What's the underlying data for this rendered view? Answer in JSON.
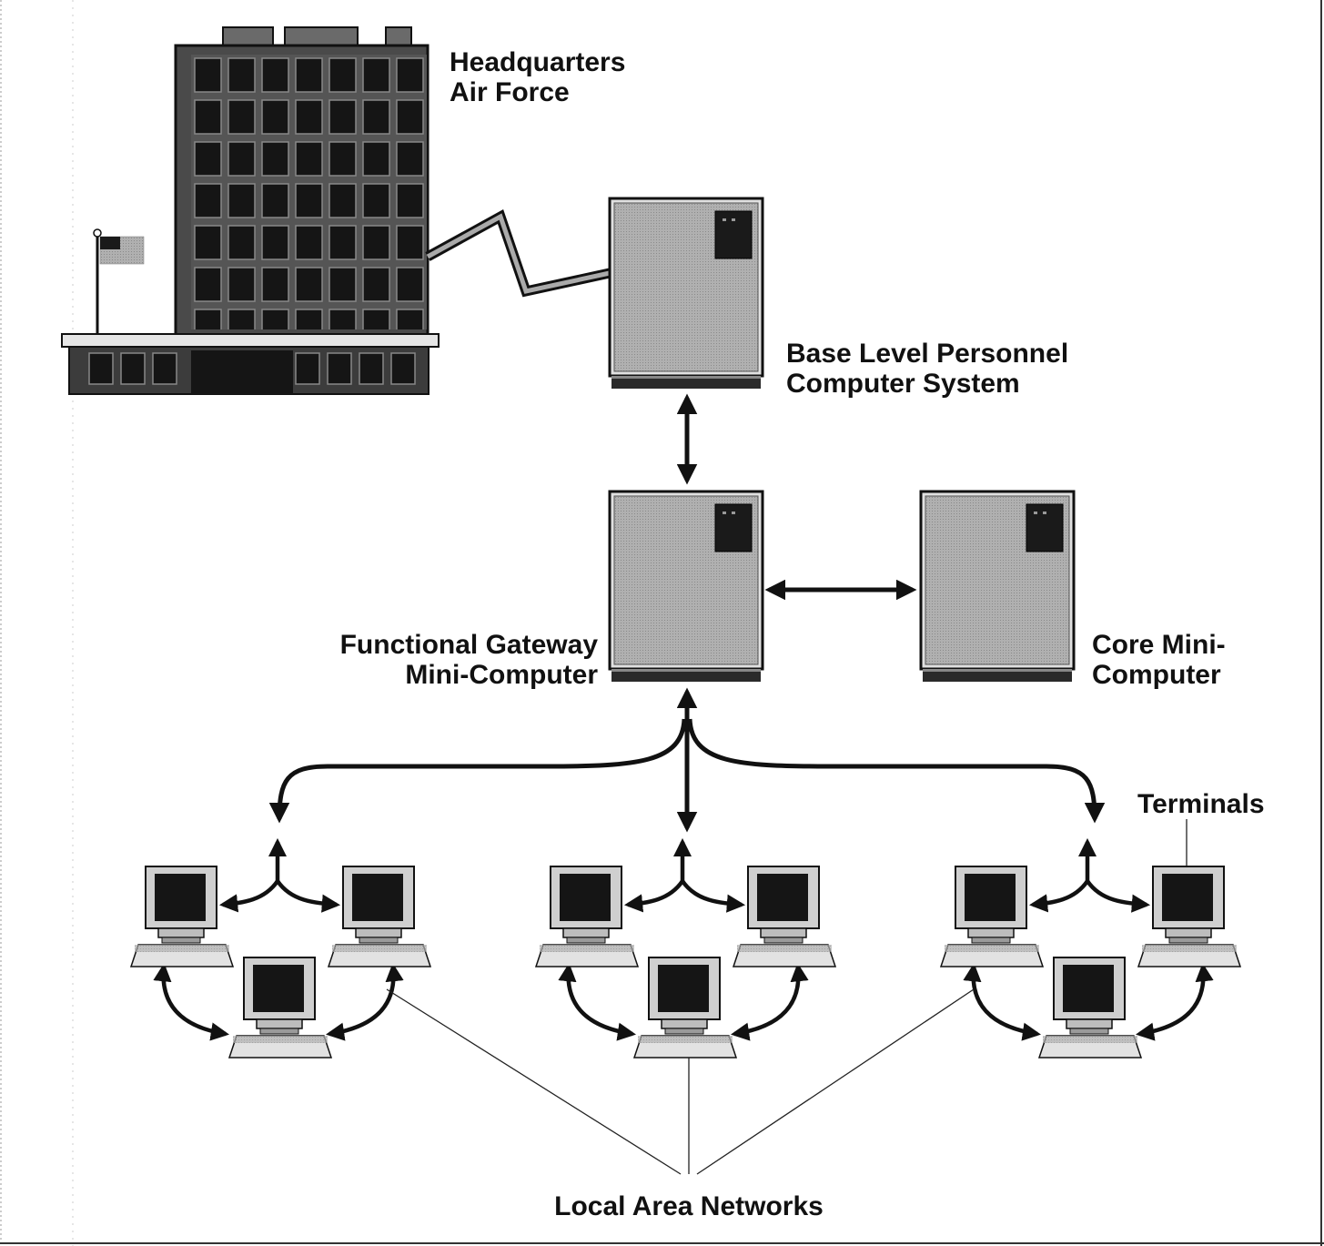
{
  "labels": {
    "hq_line1": "Headquarters",
    "hq_line2": "Air Force",
    "blpcs_line1": "Base Level Personnel",
    "blpcs_line2": "Computer System",
    "gateway_line1": "Functional Gateway",
    "gateway_line2": "Mini-Computer",
    "core_line1": "Core Mini-",
    "core_line2": "Computer",
    "terminals": "Terminals",
    "lan": "Local Area Networks"
  },
  "colors": {
    "building": "#4a4a4a",
    "window": "#141414",
    "computer_body": "#a9a9a9",
    "computer_base": "#2a2a2a",
    "connector": "#1a1a1a",
    "terminal_screen": "#151515",
    "terminal_body": "#cfcfcf",
    "keyboard": "#e2e2e2"
  },
  "icons": {
    "building": "building-icon",
    "flag": "flag-icon",
    "minicomputer": "minicomputer-icon",
    "terminal": "terminal-icon"
  }
}
